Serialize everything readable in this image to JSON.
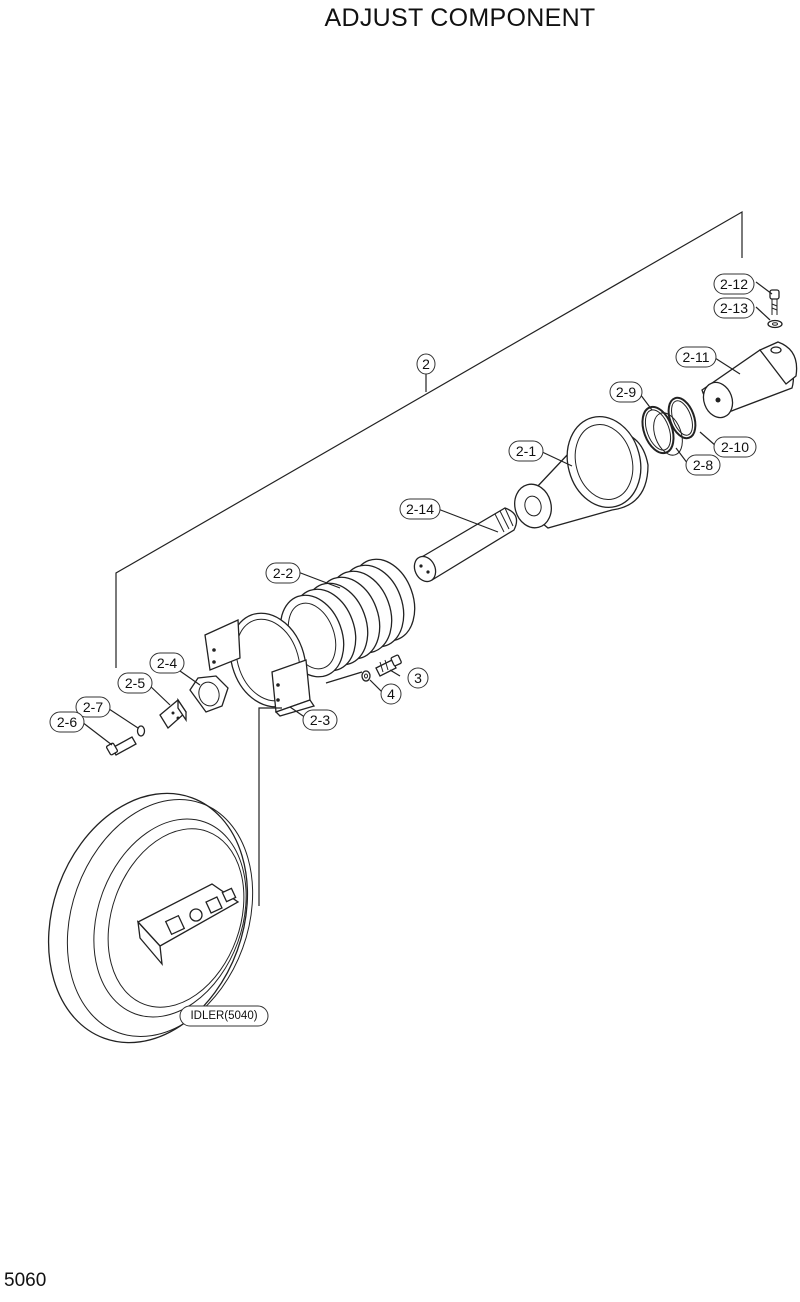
{
  "title": "ADJUST COMPONENT",
  "page_number": "5060",
  "labels": {
    "l2": "2",
    "l2_1": "2-1",
    "l2_2": "2-2",
    "l2_3": "2-3",
    "l2_4": "2-4",
    "l2_5": "2-5",
    "l2_6": "2-6",
    "l2_7": "2-7",
    "l2_8": "2-8",
    "l2_9": "2-9",
    "l2_10": "2-10",
    "l2_11": "2-11",
    "l2_12": "2-12",
    "l2_13": "2-13",
    "l2_14": "2-14",
    "l3": "3",
    "l4": "4",
    "idler": "IDLER(5040)"
  }
}
